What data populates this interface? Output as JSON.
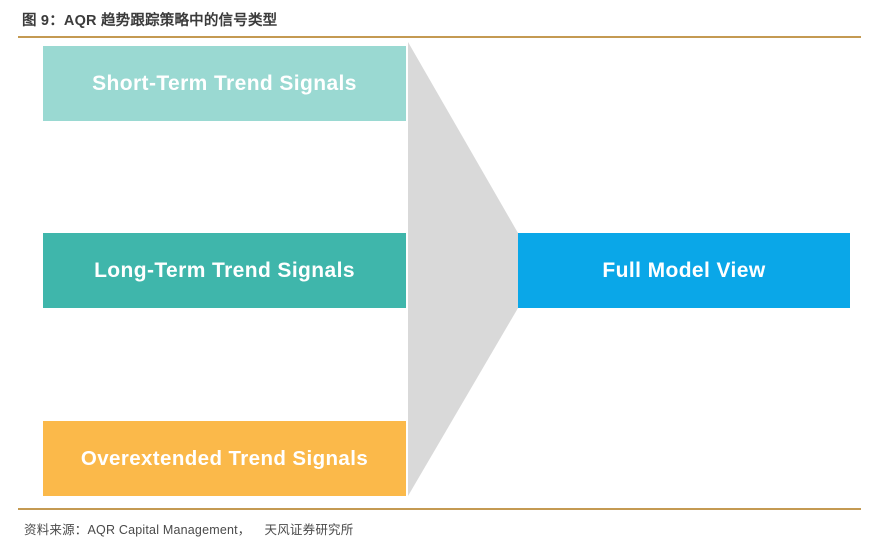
{
  "figure": {
    "title": "图 9：AQR 趋势跟踪策略中的信号类型",
    "source_label": "资料来源：AQR Capital Management，",
    "source_org": "天风证券研究所",
    "rule_color": "#c49a52",
    "background": "#ffffff"
  },
  "diagram": {
    "type": "funnel-convergence",
    "funnel": {
      "name": "gray-funnel-arrow",
      "color": "#d9d9d9"
    },
    "inputs": [
      {
        "id": "short-term",
        "label": "Short-Term Trend Signals",
        "color": "#9ad9d2",
        "text_color": "#ffffff"
      },
      {
        "id": "long-term",
        "label": "Long-Term Trend Signals",
        "color": "#3fb6ab",
        "text_color": "#ffffff"
      },
      {
        "id": "overextended",
        "label": "Overextended Trend Signals",
        "color": "#fbb94a",
        "text_color": "#ffffff"
      }
    ],
    "output": {
      "id": "full-model-view",
      "label": "Full Model View",
      "color": "#0aa7e8",
      "text_color": "#ffffff"
    }
  }
}
